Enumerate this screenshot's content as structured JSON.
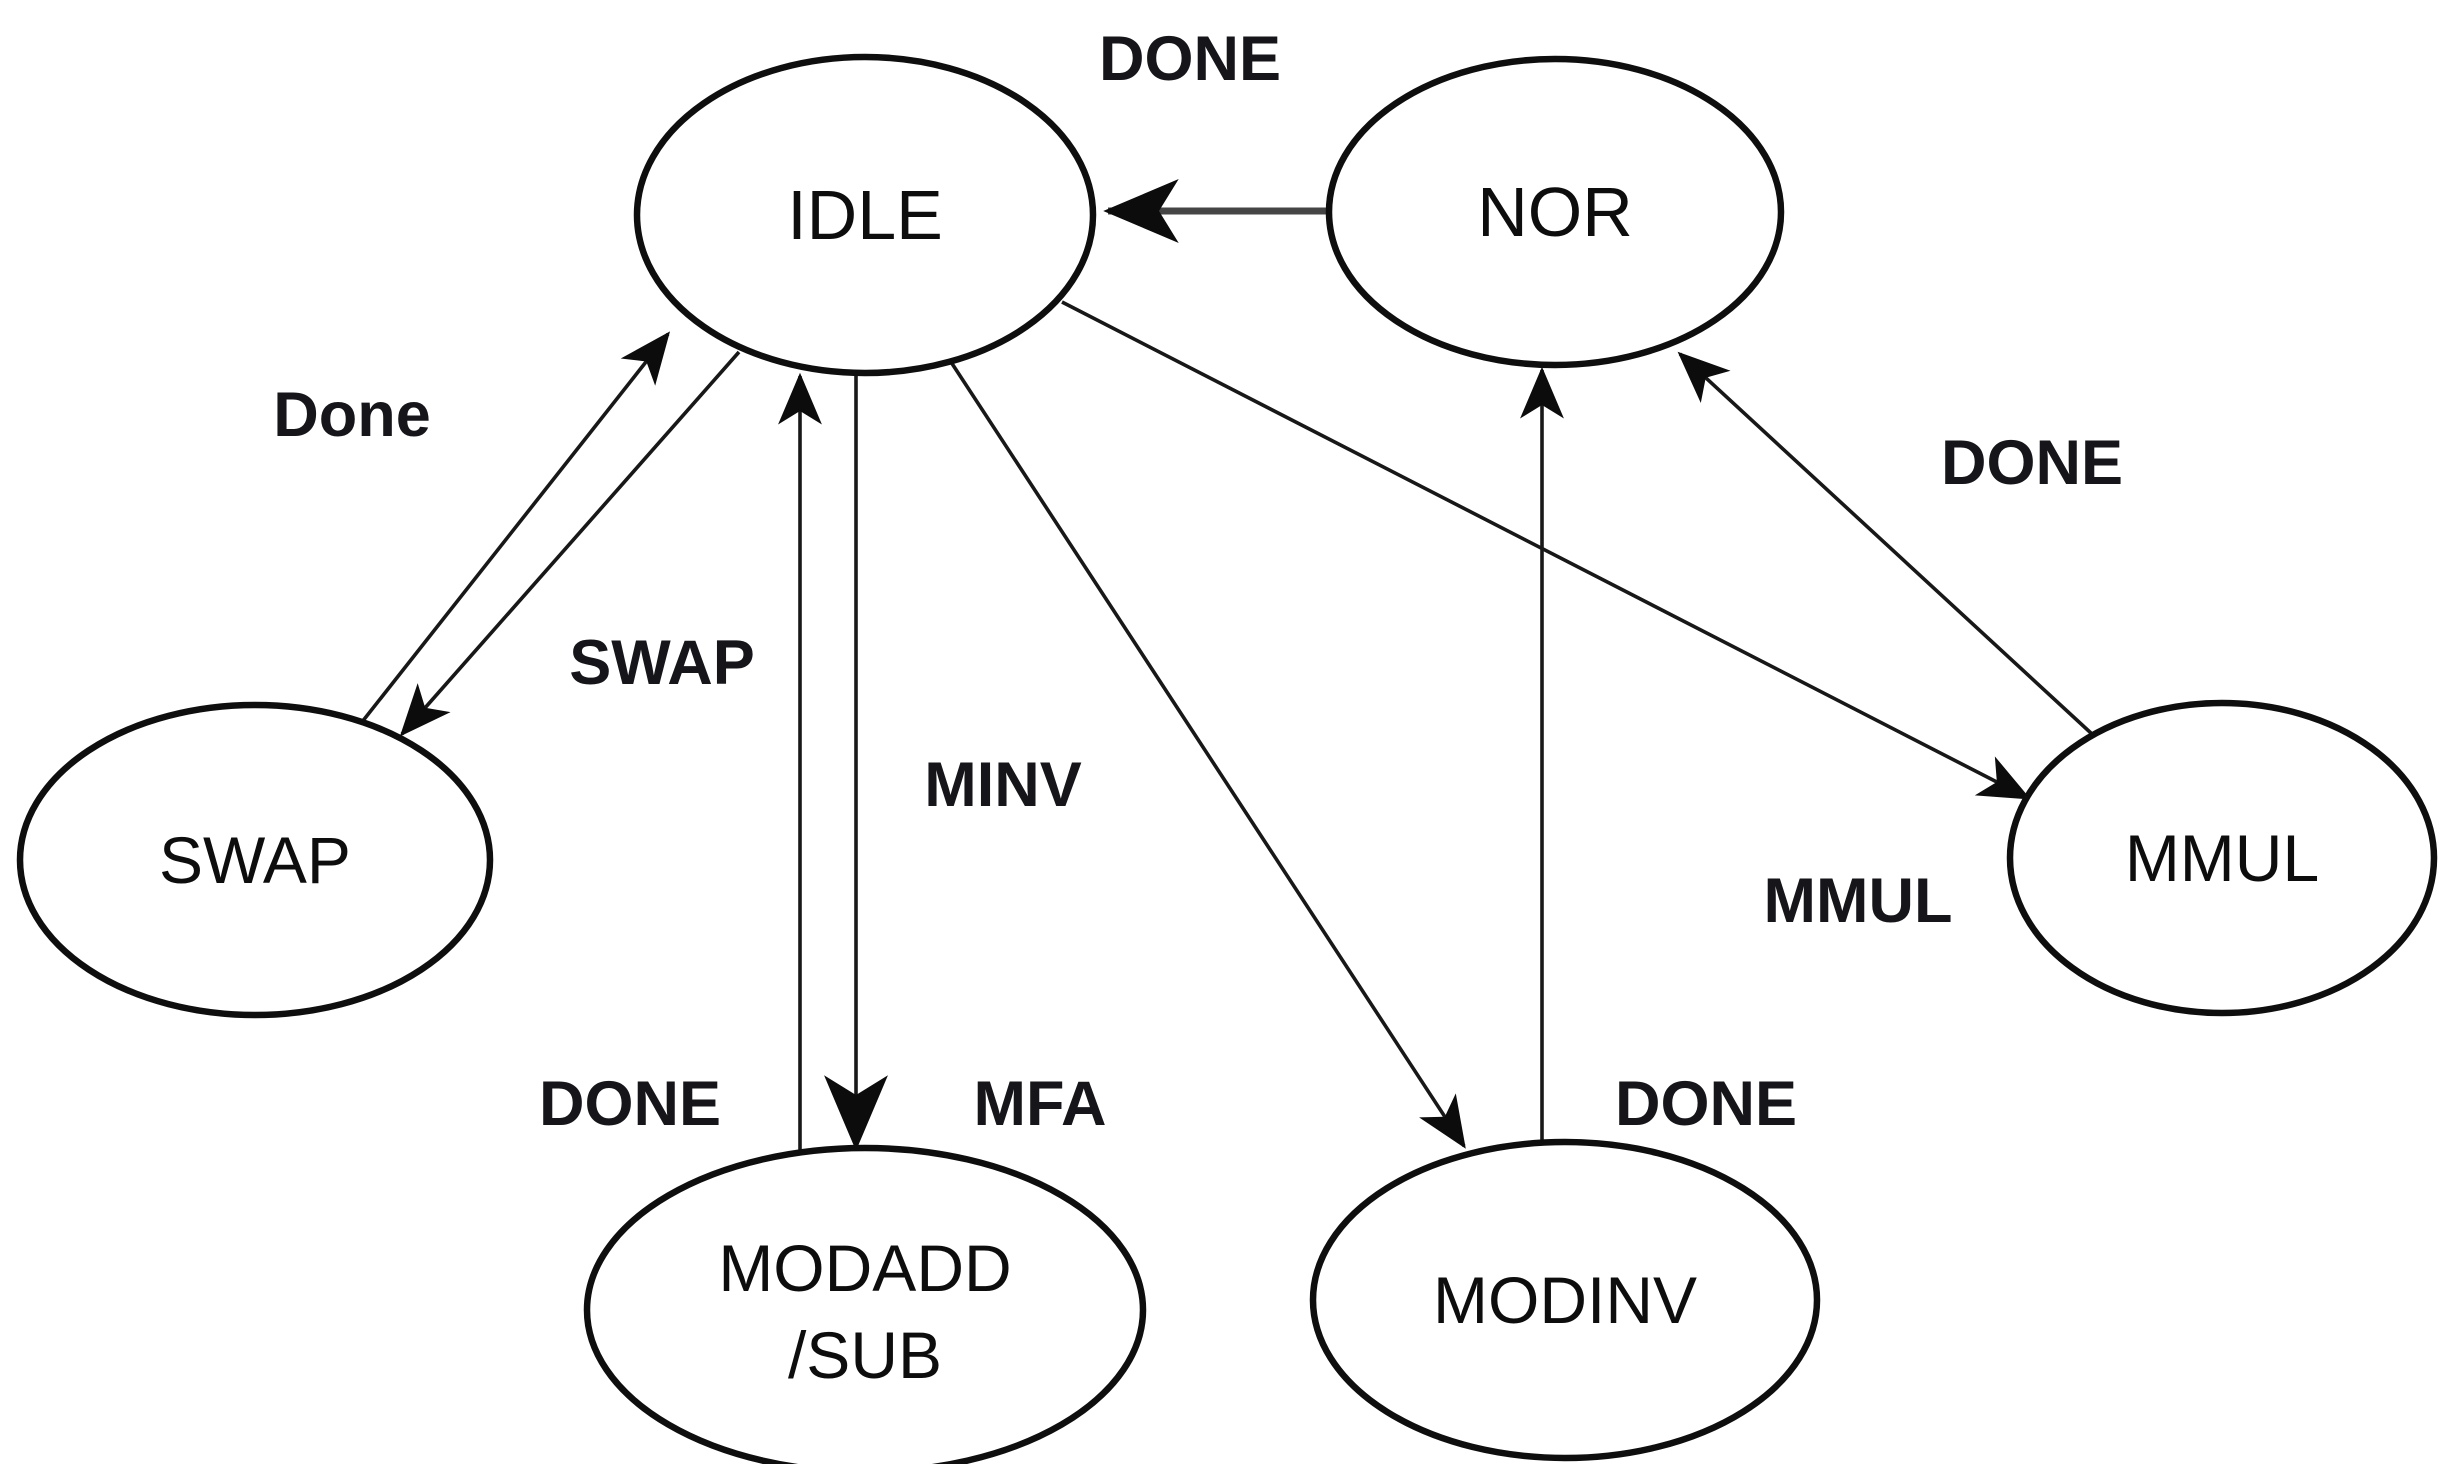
{
  "diagram": {
    "type": "state-machine",
    "background": "#ffffff",
    "colors": {
      "node_stroke": "#0e0e0e",
      "edge_stroke": "#181818",
      "gray_edge_stroke": "#454545",
      "node_text": "#0d0d0d",
      "edge_label_text": "#15151a"
    },
    "nodes": [
      {
        "id": "idle",
        "label": "IDLE"
      },
      {
        "id": "nor",
        "label": "NOR"
      },
      {
        "id": "swap",
        "label": "SWAP"
      },
      {
        "id": "modaddsub",
        "label_line1": "MODADD",
        "label_line2": "/SUB"
      },
      {
        "id": "modinv",
        "label": "MODINV"
      },
      {
        "id": "mmul",
        "label": "MMUL"
      }
    ],
    "edges": [
      {
        "id": "nor-to-idle",
        "from": "NOR",
        "to": "IDLE",
        "label": "DONE"
      },
      {
        "id": "swap-to-idle",
        "from": "SWAP",
        "to": "IDLE",
        "label": "Done"
      },
      {
        "id": "idle-to-swap",
        "from": "IDLE",
        "to": "SWAP",
        "label": "SWAP"
      },
      {
        "id": "modaddsub-to-idle",
        "from": "MODADD/SUB",
        "to": "IDLE",
        "label": "DONE"
      },
      {
        "id": "idle-to-modaddsub",
        "from": "IDLE",
        "to": "MODADD/SUB",
        "label": "MFA"
      },
      {
        "id": "idle-to-modinv",
        "from": "IDLE",
        "to": "MODINV",
        "label": "MINV"
      },
      {
        "id": "modinv-to-nor",
        "from": "MODINV",
        "to": "NOR",
        "label": "DONE"
      },
      {
        "id": "idle-to-mmul",
        "from": "IDLE",
        "to": "MMUL",
        "label": "MMUL"
      },
      {
        "id": "mmul-to-nor",
        "from": "MMUL",
        "to": "NOR",
        "label": "DONE"
      }
    ]
  }
}
